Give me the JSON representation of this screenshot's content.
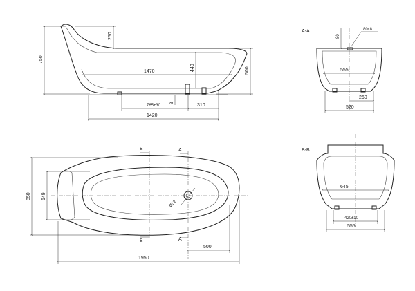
{
  "views": {
    "side": {
      "dims": {
        "height_total": "750",
        "backrest": "250",
        "inner_length": "1470",
        "depth_440": "440",
        "height_500": "500",
        "drain_offset": "765±30",
        "gap_3": "3",
        "foot_310": "310",
        "base_length": "1420"
      }
    },
    "section_aa": {
      "title": "A-A:",
      "dims": {
        "overflow_80": "80",
        "overflow_size": "80x8",
        "inner_555": "555",
        "base_260": "260",
        "base_520": "520"
      }
    },
    "plan": {
      "dims": {
        "width_850": "850",
        "inner_width_549": "549",
        "drain_diam": "Ø52",
        "offset_500": "500",
        "length_1950": "1950"
      },
      "markers": {
        "b_top": "B",
        "a_top": "A",
        "b_bottom": "B",
        "a_bottom": "A"
      }
    },
    "section_bb": {
      "title": "B-B:",
      "dims": {
        "inner_645": "645",
        "base_420": "420±10",
        "outer_555": "555"
      }
    }
  }
}
